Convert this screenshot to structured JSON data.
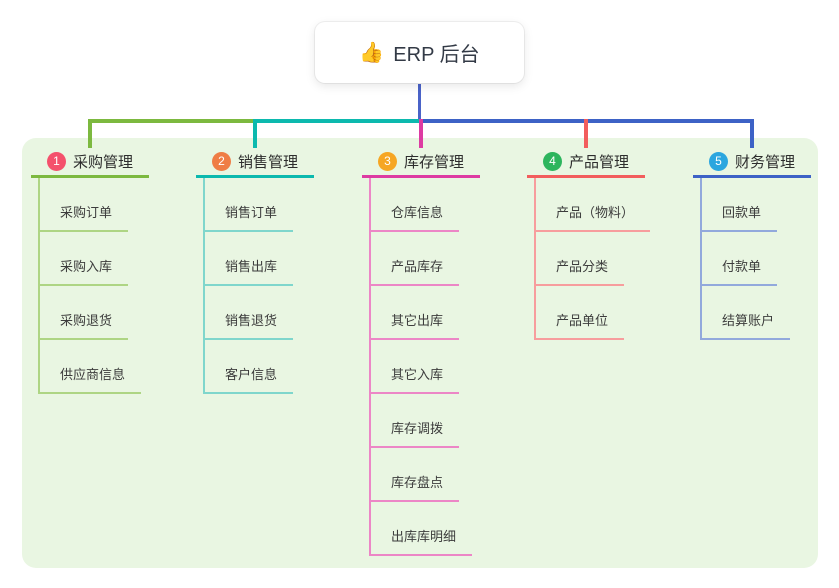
{
  "root": {
    "icon": "👍",
    "label": "ERP 后台"
  },
  "colors": {
    "canvas_bg": "#ffffff",
    "panel_bg": "#e9f6e2",
    "root_card_bg": "#ffffff",
    "root_text": "#333a46",
    "root_line": "#4a63c8",
    "title_text": "#2d2d2d",
    "child_text": "#3c3c3c"
  },
  "branches": [
    {
      "num": "1",
      "label": "采购管理",
      "badge_color": "#f4516c",
      "line_color": "#7cb93f",
      "child_line_color": "#aed584",
      "children": [
        "采购订单",
        "采购入库",
        "采购退货",
        "供应商信息"
      ]
    },
    {
      "num": "2",
      "label": "销售管理",
      "badge_color": "#ef7d45",
      "line_color": "#0cb9ae",
      "child_line_color": "#7fd6cc",
      "children": [
        "销售订单",
        "销售出库",
        "销售退货",
        "客户信息"
      ]
    },
    {
      "num": "3",
      "label": "库存管理",
      "badge_color": "#f6a623",
      "line_color": "#dd3ba2",
      "child_line_color": "#ec86c6",
      "children": [
        "仓库信息",
        "产品库存",
        "其它出库",
        "其它入库",
        "库存调拨",
        "库存盘点",
        "出库库明细"
      ]
    },
    {
      "num": "4",
      "label": "产品管理",
      "badge_color": "#2db55d",
      "line_color": "#f25d5d",
      "child_line_color": "#f79d9d",
      "children": [
        "产品（物料）",
        "产品分类",
        "产品单位"
      ]
    },
    {
      "num": "5",
      "label": "财务管理",
      "badge_color": "#2ba6df",
      "line_color": "#3d62c6",
      "child_line_color": "#92a9dc",
      "children": [
        "回款单",
        "付款单",
        "结算账户"
      ]
    }
  ]
}
